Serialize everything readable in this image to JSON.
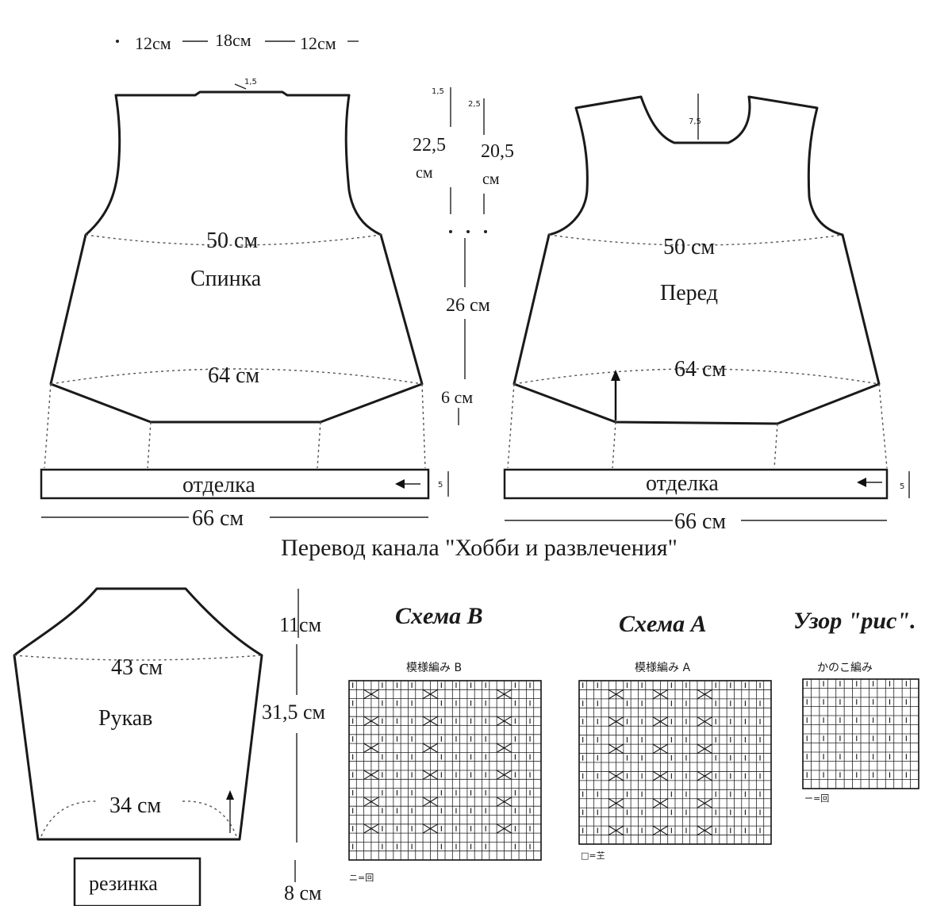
{
  "top_dims": [
    "12см",
    "18см",
    "12см"
  ],
  "back": {
    "neck_depth": "1,5",
    "upper_width": "50 см",
    "name": "Спинка",
    "lower_width": "64 см",
    "trim_label": "отделка",
    "trim_width": "66 см",
    "trim_height": "5"
  },
  "front": {
    "shoulder_drop": "2,5",
    "neck_depth": "7,5",
    "upper_width": "50 см",
    "name": "Перед",
    "lower_width": "64 см",
    "trim_label": "отделка",
    "trim_width": "66 см",
    "trim_height": "5"
  },
  "middle_dims": {
    "back_shoulder_drop": "1,5",
    "back_armhole_value": "22,5",
    "back_armhole_unit": "см",
    "front_armhole_value": "20,5",
    "front_armhole_unit": "см",
    "body_height": "26 см",
    "hem_height": "6 см"
  },
  "credit": "Перевод канала \"Хобби и развлечения\"",
  "sleeve": {
    "cap_height": "11см",
    "upper_width": "43 см",
    "name": "Рукав",
    "length": "31,5 см",
    "lower_width": "34 см",
    "cuff_label": "резинка",
    "cuff_height": "8 см"
  },
  "charts": [
    {
      "title": "Схема В",
      "subtitle": "模様編み B",
      "legend": "ニ=回"
    },
    {
      "title": "Схема А",
      "subtitle": "模様編み A",
      "legend": "□=芏"
    },
    {
      "title": "Узор \"рис\".",
      "subtitle": "かのこ編み",
      "legend": "ー=回"
    }
  ]
}
